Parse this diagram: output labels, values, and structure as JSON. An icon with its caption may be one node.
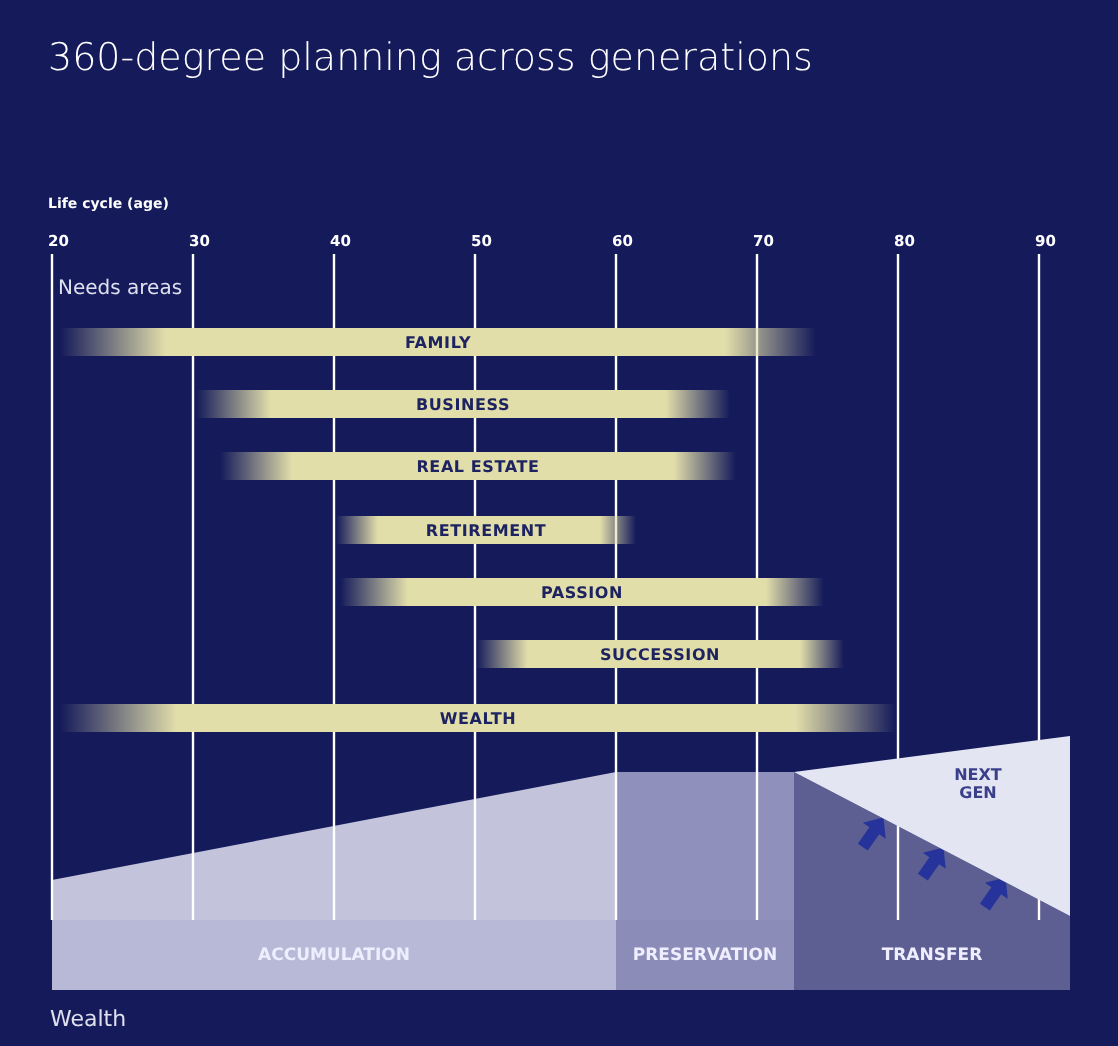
{
  "diagram": {
    "title": "360-degree planning across generations",
    "nodes": [
      {
        "text": [
          "FAMILY"
        ]
      },
      {
        "text": [
          "BUSINESS"
        ]
      },
      {
        "text": [
          "REAL ESTATE"
        ]
      },
      {
        "text": [
          "RETIREMENT"
        ]
      },
      {
        "text": [
          "PASSION"
        ]
      },
      {
        "text": [
          "SUCCESSION"
        ]
      },
      {
        "text": [
          "WEALTH"
        ]
      },
      {
        "text": [
          "ACCUMULATION"
        ]
      },
      {
        "text": [
          "PRESERVATION"
        ]
      },
      {
        "text": [
          "TRANSFER"
        ]
      },
      {
        "text": [
          "NEXT GEN"
        ]
      }
    ],
    "labels": [
      "Life cycle (age)",
      "20",
      "30",
      "40",
      "50",
      "60",
      "70",
      "80",
      "90",
      "Needs areas",
      "Wealth"
    ]
  }
}
